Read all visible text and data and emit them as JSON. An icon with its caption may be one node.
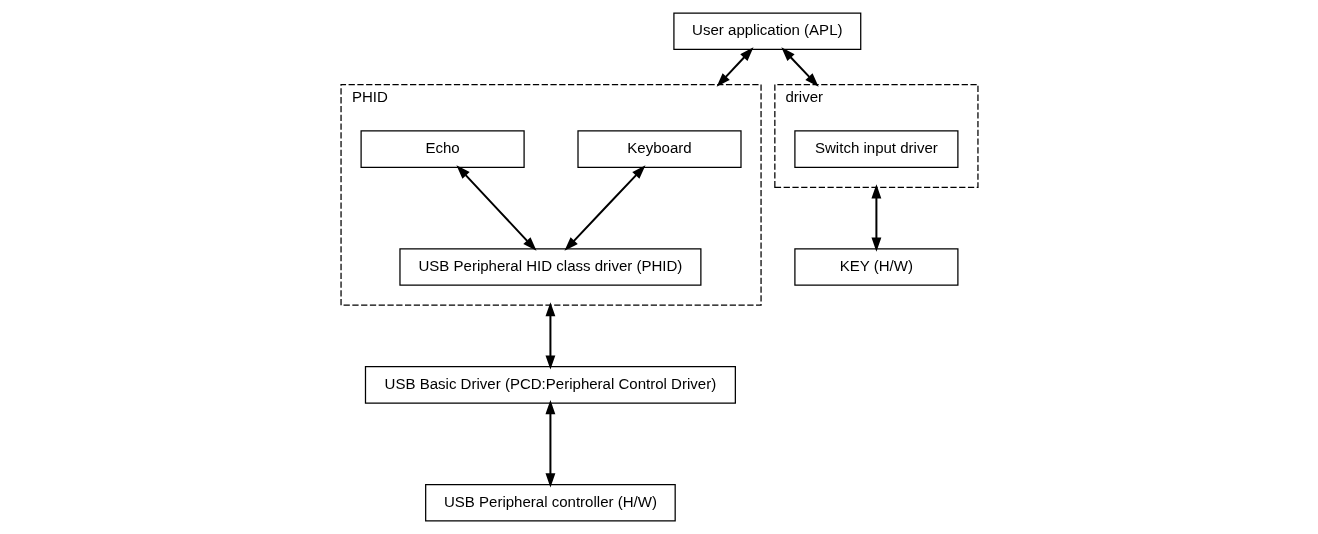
{
  "diagram": {
    "nodes": [
      {
        "text": [
          "User application (APL)"
        ]
      },
      {
        "text": [
          "driver"
        ]
      },
      {
        "text": [
          "Switch input driver"
        ],
        "in": 1
      },
      {
        "text": [
          "PHID"
        ]
      },
      {
        "text": [
          "Keyboard"
        ],
        "in": 3
      },
      {
        "text": [
          "Echo"
        ],
        "in": 3
      },
      {
        "text": [
          "USB Peripheral HID class driver (PHID)"
        ],
        "in": 3
      },
      {
        "text": [
          "USB Basic Driver (PCD:Peripheral Control Driver)"
        ]
      },
      {
        "text": [
          "KEY (H/W)"
        ]
      },
      {
        "text": [
          "USB Peripheral controller (H/W)"
        ]
      }
    ],
    "edges": [
      {
        "from": 0,
        "to": 1,
        "arrow": "both"
      },
      {
        "from": 0,
        "to": 3,
        "arrow": "both"
      },
      {
        "from": 4,
        "to": 6,
        "arrow": "both"
      },
      {
        "from": 5,
        "to": 6,
        "arrow": "both"
      },
      {
        "from": 3,
        "to": 7,
        "arrow": "both"
      },
      {
        "from": 7,
        "to": 9,
        "arrow": "both"
      },
      {
        "from": 1,
        "to": 8,
        "arrow": "both"
      }
    ]
  }
}
